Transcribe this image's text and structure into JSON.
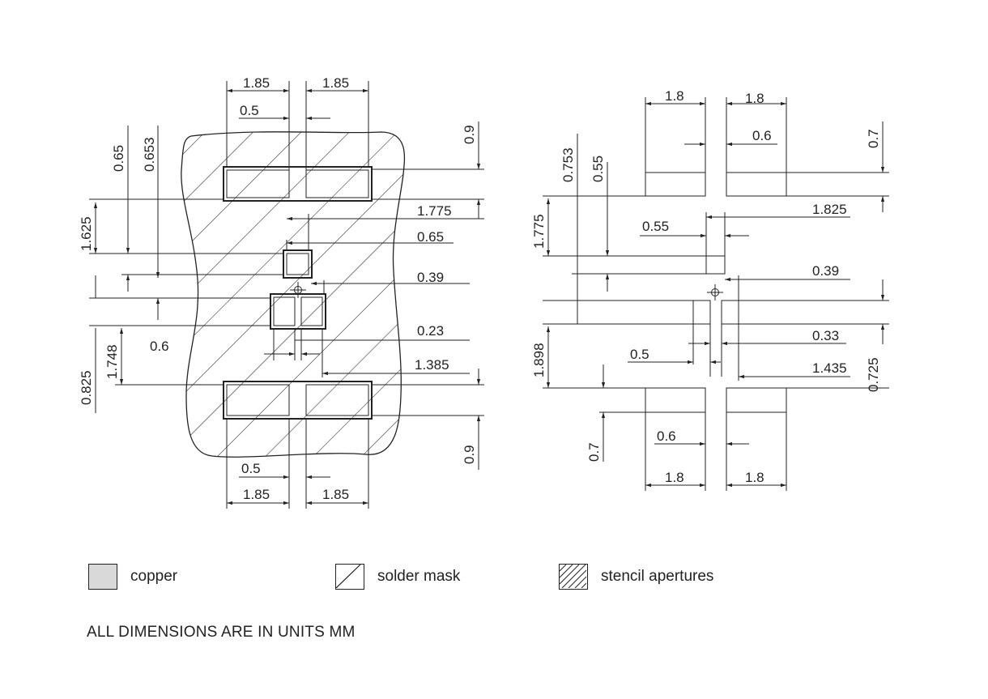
{
  "colors": {
    "copper": "#d9d9d9",
    "line": "#222222",
    "background": "#ffffff"
  },
  "left_view": {
    "dimensions": {
      "top_pad_width_left": "1.85",
      "top_pad_width_right": "1.85",
      "top_gap": "0.5",
      "top_mask_margin": "0.9",
      "pin_offset_a": "0.65",
      "pin_offset_b": "0.653",
      "pad_pitch_y": "1.625",
      "pad_to_center": "1.775",
      "small_pad_size": "0.65",
      "small_pad_offset": "0.39",
      "pair_gap": "0.23",
      "pair_width": "0.6",
      "lower_pitch": "1.748",
      "lower_offset": "0.825",
      "bottom_to_center": "1.385",
      "bottom_mask_margin": "0.9",
      "bottom_gap": "0.5",
      "bottom_pad_width_left": "1.85",
      "bottom_pad_width_right": "1.85"
    }
  },
  "right_view": {
    "dimensions": {
      "top_ap_width_left": "1.8",
      "top_ap_width_right": "1.8",
      "top_gap": "0.6",
      "top_ap_height": "0.7",
      "offset_a": "0.753",
      "offset_b": "0.55",
      "pitch_y": "1.775",
      "top_to_center": "1.825",
      "small_ap_size": "0.55",
      "small_ap_offset": "0.39",
      "pair_gap": "0.33",
      "pair_width": "0.5",
      "lower_pitch": "1.898",
      "bottom_to_center": "1.435",
      "lower_offset": "0.725",
      "bottom_ap_height": "0.7",
      "bottom_gap": "0.6",
      "bottom_ap_width_left": "1.8",
      "bottom_ap_width_right": "1.8"
    }
  },
  "legend": {
    "copper": "copper",
    "solder_mask": "solder mask",
    "stencil": "stencil apertures"
  },
  "footnote": "ALL DIMENSIONS ARE IN UNITS MM"
}
